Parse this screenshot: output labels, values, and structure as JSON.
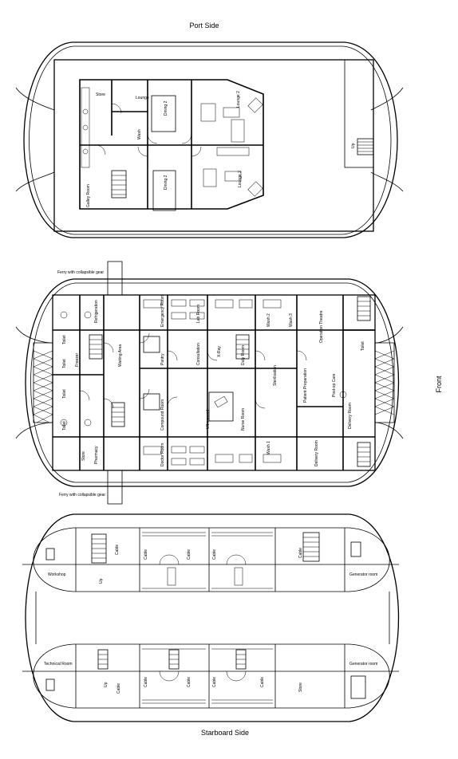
{
  "titles": {
    "top": "Port Side",
    "bottom": "Starboard Side",
    "side": "Front"
  },
  "top_deck": {
    "rooms": [
      "Store",
      "Lounge",
      "Dining 2",
      "Lounge 2",
      "Wash",
      "Dining 2",
      "Lounge 2",
      "Galley Room"
    ],
    "stair_label": "Up"
  },
  "main_deck": {
    "ferry_label_top": "Ferry with collapsible gear",
    "ferry_label_bottom": "Ferry with collapsible gear",
    "rooms": [
      "Refrigeration",
      "Waiting Area",
      "Pantry",
      "Toilet",
      "Toilet",
      "Freezer",
      "Emergency Room",
      "Consultation",
      "Wash 2",
      "X-Ray",
      "Operation Theatre",
      "Toilet",
      "Sterilisation",
      "Patient Preparation",
      "Post-op Care",
      "Toilet",
      "Toilet",
      "Pharmacy",
      "Store",
      "Compound Room",
      "Ultrasound",
      "Delivery Room",
      "Delivery Room",
      "Wash 1",
      "Doctor Room",
      "Lab Room",
      "Wash 3",
      "Duty Room",
      "Nurse Room"
    ]
  },
  "lower_deck": {
    "rooms_top": [
      "Cable",
      "Cable",
      "Cable",
      "Cable",
      "Cable",
      "Workshop",
      "Generator room"
    ],
    "rooms_bottom": [
      "Technical Room",
      "Cable",
      "Cable",
      "Cable",
      "Cable",
      "Cable",
      "Store",
      "Generator room"
    ],
    "up_label": "Up"
  }
}
